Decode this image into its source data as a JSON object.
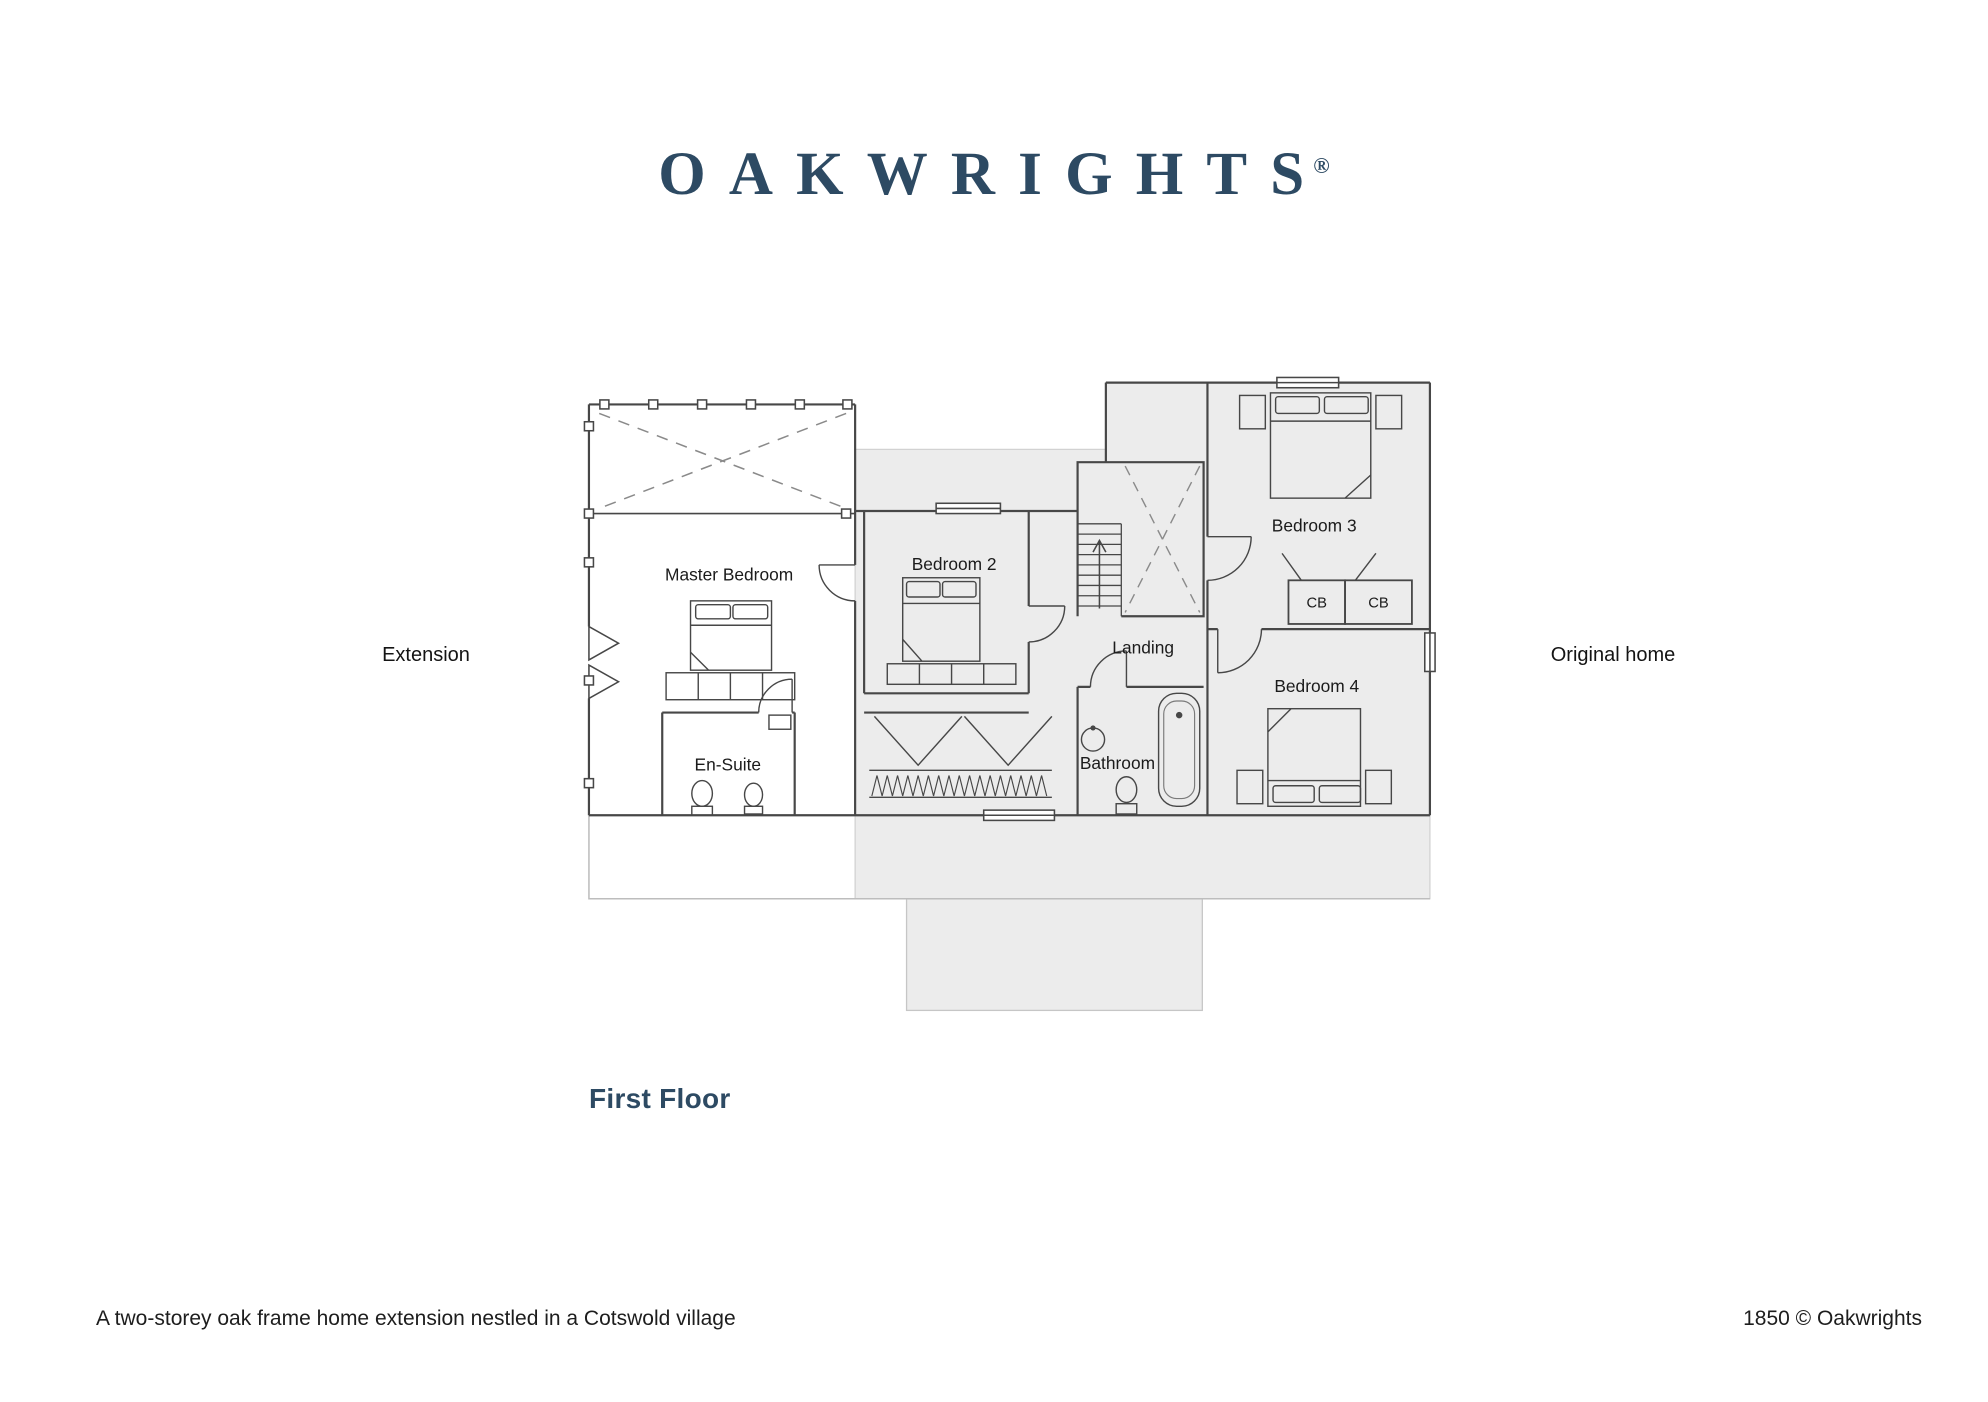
{
  "brand": {
    "logo_text": "OAKWRIGHTS",
    "registered_mark": "®"
  },
  "plan": {
    "floor_title": "First Floor",
    "zones": {
      "left": "Extension",
      "right": "Original home"
    },
    "rooms": {
      "master_bedroom": "Master Bedroom",
      "en_suite": "En-Suite",
      "bedroom_2": "Bedroom 2",
      "landing": "Landing",
      "bathroom": "Bathroom",
      "bedroom_3": "Bedroom 3",
      "bedroom_4": "Bedroom 4",
      "cupboard_1": "CB",
      "cupboard_2": "CB"
    }
  },
  "footer": {
    "caption": "A two-storey oak frame home extension nestled in a Cotswold village",
    "credit": "1850 © Oakwrights"
  },
  "colors": {
    "brand_blue": "#2d4a63",
    "wall_line": "#474747",
    "shaded_fill": "#ececec"
  }
}
